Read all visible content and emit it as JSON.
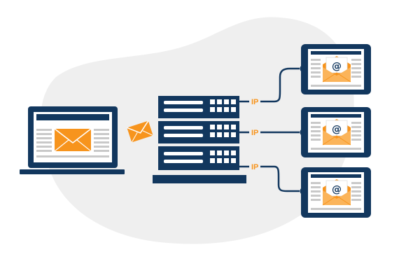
{
  "colors": {
    "navy": "#12375e",
    "orange": "#f7941d",
    "orange_light": "#fbb45a",
    "blob": "#efefef",
    "line_gray": "#c9c9c9",
    "white": "#ffffff"
  },
  "server": {
    "ip_label": "IP"
  },
  "recipients": [
    {
      "ip_label": "IP",
      "icon": "at-sign-icon",
      "symbol": "@"
    },
    {
      "ip_label": "IP",
      "icon": "at-sign-icon",
      "symbol": "@"
    },
    {
      "ip_label": "IP",
      "icon": "at-sign-icon",
      "symbol": "@"
    }
  ]
}
